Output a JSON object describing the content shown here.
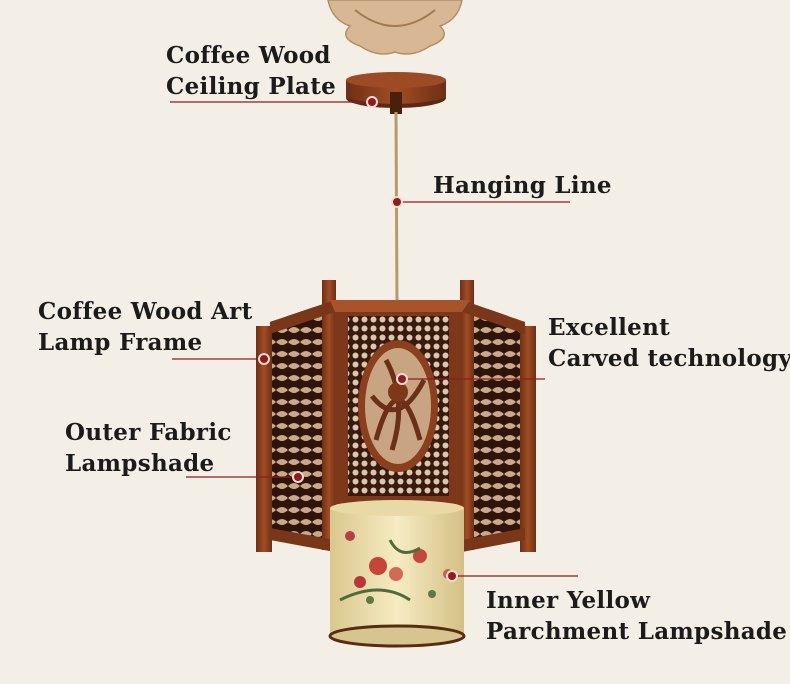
{
  "labels": {
    "ceiling_plate": {
      "line1": "Coffee Wood",
      "line2": "Ceiling Plate"
    },
    "hanging_line": {
      "line1": "Hanging Line"
    },
    "lamp_frame": {
      "line1": "Coffee Wood Art",
      "line2": "Lamp Frame"
    },
    "carved": {
      "line1": "Excellent",
      "line2": "Carved technology"
    },
    "outer_shade": {
      "line1": "Outer Fabric",
      "line2": "Lampshade"
    },
    "inner_shade": {
      "line1": "Inner Yellow",
      "line2": "Parchment Lampshade"
    }
  },
  "colors": {
    "background": "#f3efe6",
    "wood": "#8a3f1f",
    "wood_dark": "#5e2912",
    "leader": "#8b1e1e",
    "parchment": "#efe2b0",
    "text": "#1b1b1b"
  }
}
